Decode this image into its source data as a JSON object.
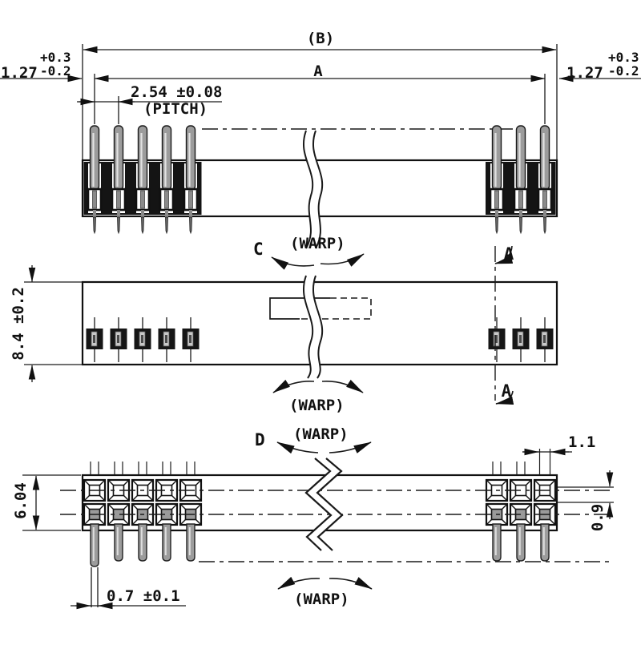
{
  "drawing": {
    "top_view": {
      "dim_B_label": "(B)",
      "dim_A_label": "A",
      "tol_left": {
        "value": "1.27",
        "plus": "+0.3",
        "minus": "-0.2"
      },
      "tol_right": {
        "value": "1.27",
        "plus": "+0.3",
        "minus": "-0.2"
      },
      "pitch": {
        "value": "2.54 ±0.08",
        "label": "(PITCH)"
      },
      "view_label": "C",
      "warp_label": "(WARP)"
    },
    "middle_view": {
      "height_dim": "8.4 ±0.2",
      "section_label_top": "A",
      "section_label_bottom": "A",
      "warp_label": "(WARP)"
    },
    "bottom_view": {
      "view_label": "D",
      "warp_label_top": "(WARP)",
      "height_dim": "6.04",
      "tail_width_dim": "1.1",
      "row_offset_dim": "0.9",
      "pin_width_dim": "0.7 ±0.1",
      "warp_label_bottom": "(WARP)"
    }
  }
}
